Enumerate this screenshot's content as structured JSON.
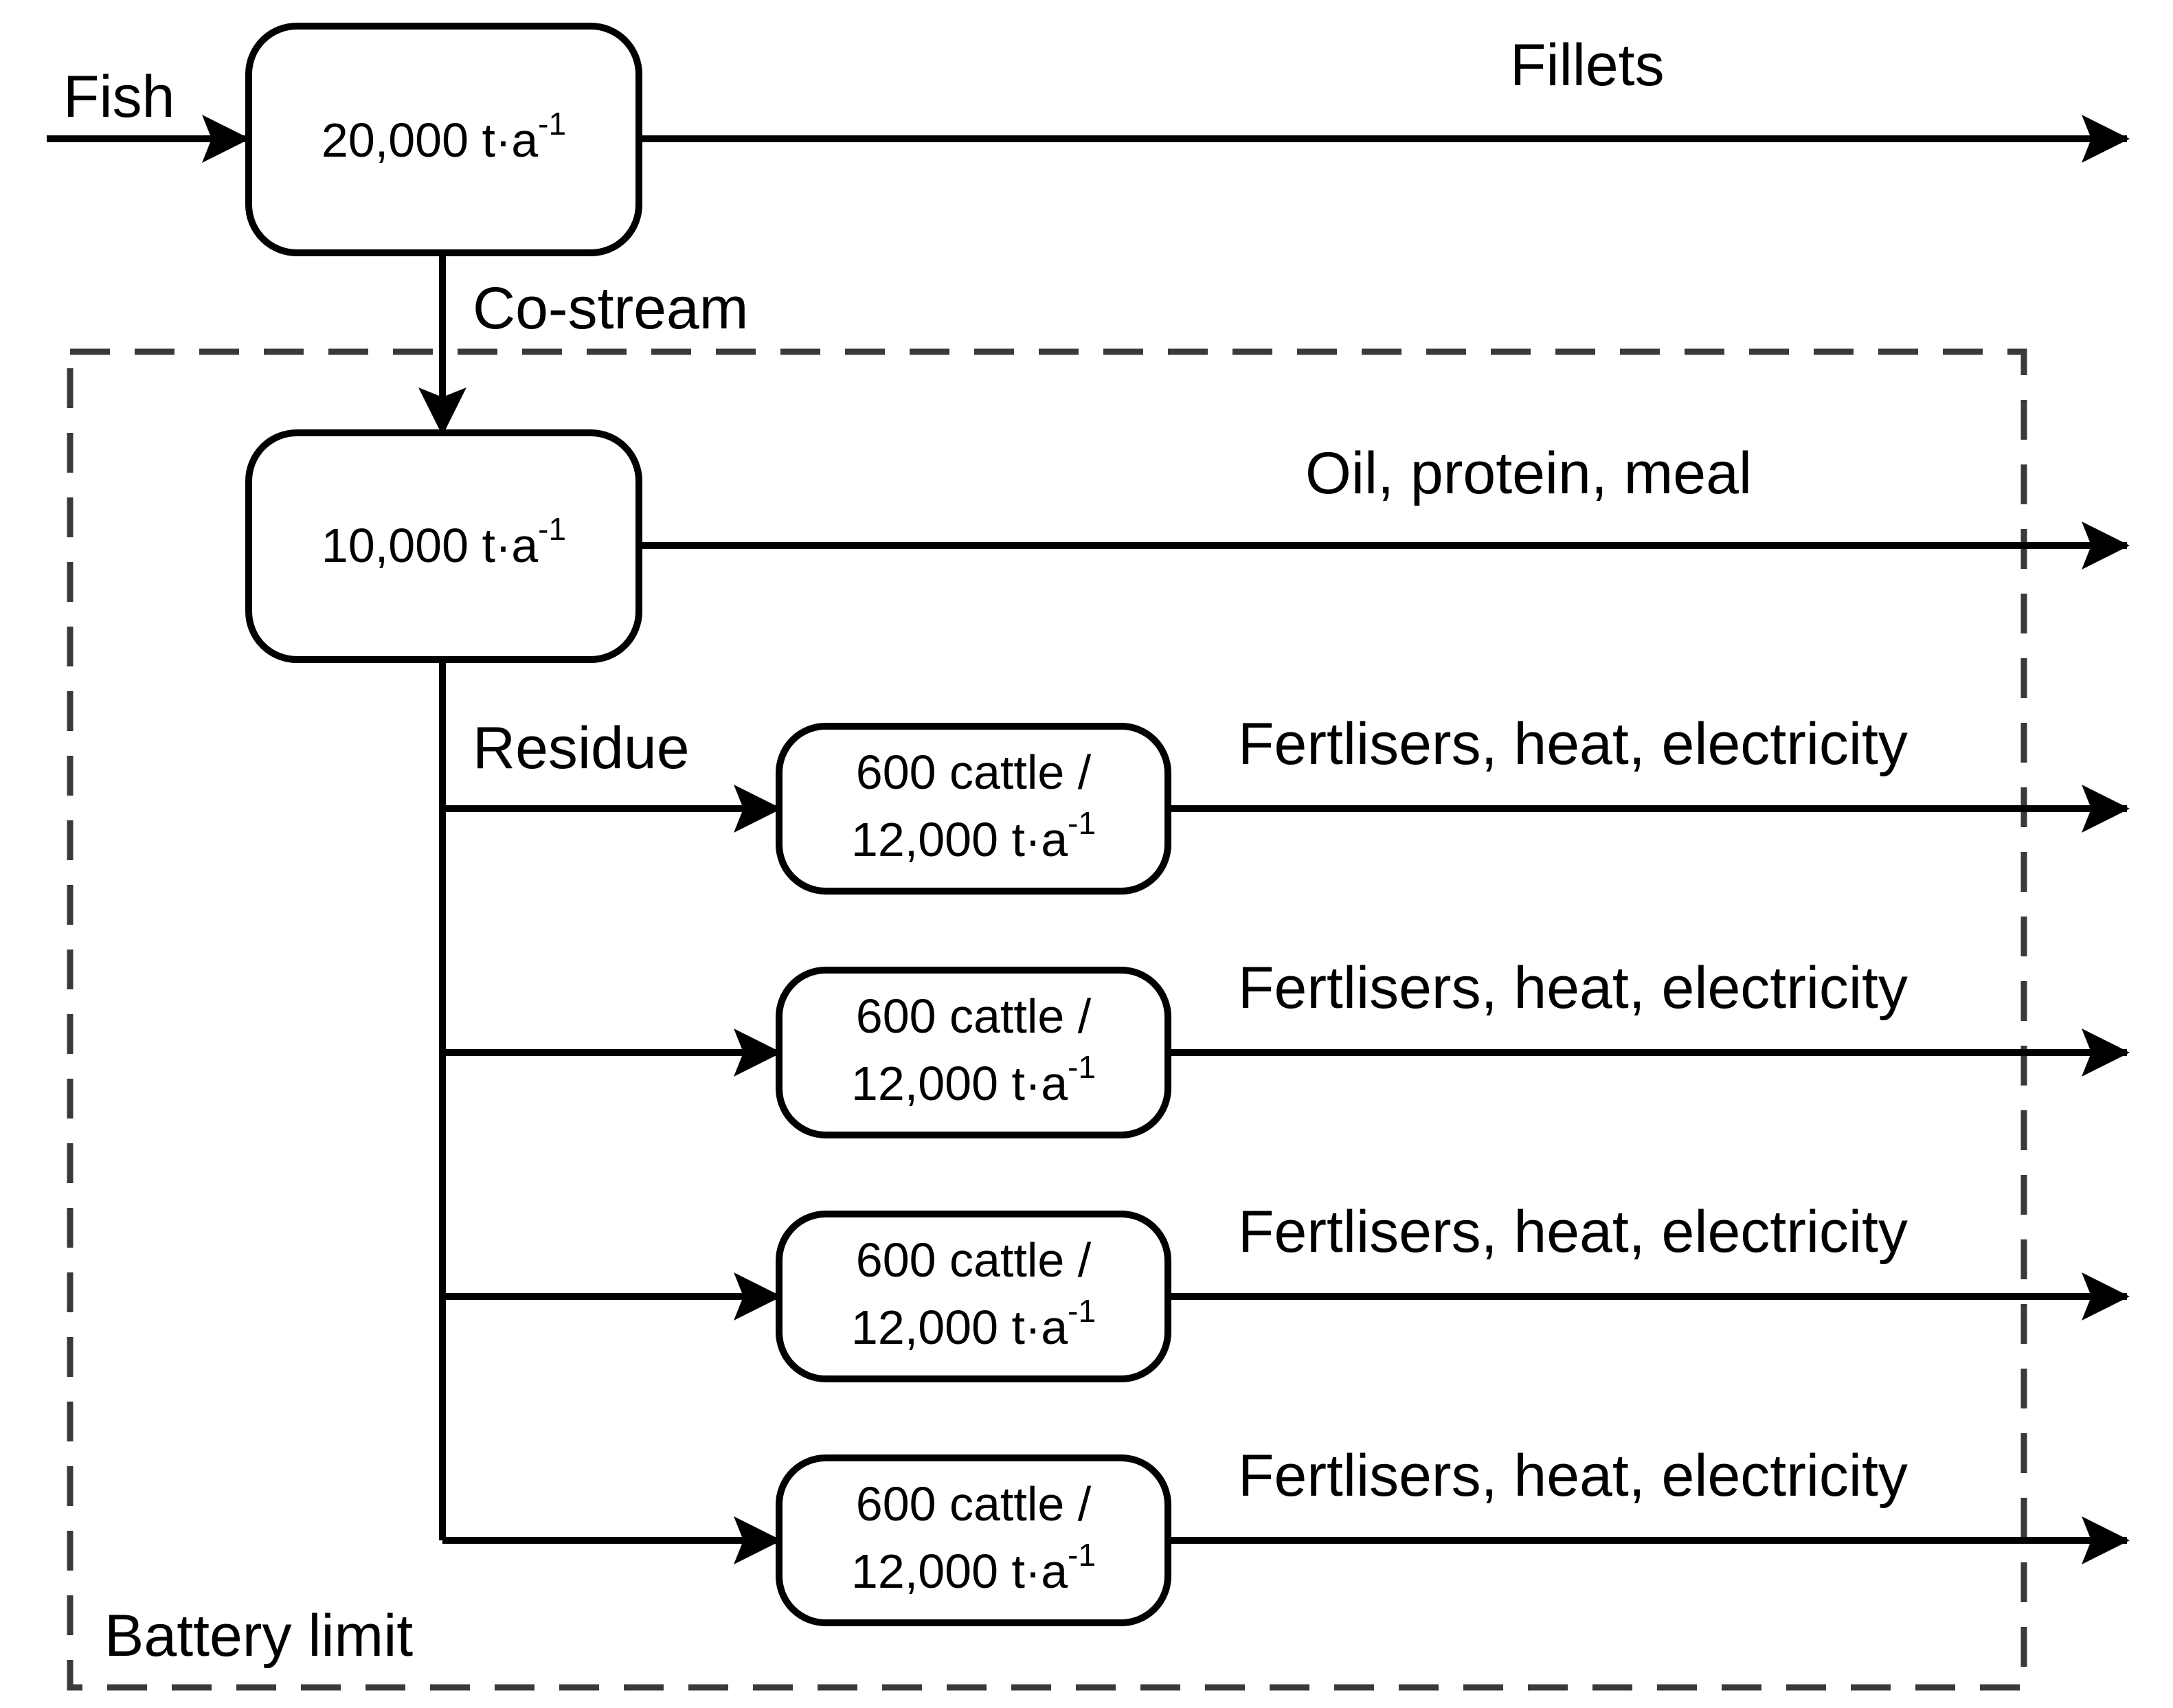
{
  "diagram": {
    "input_label": "Fish",
    "stage1": {
      "value": "20,000 t·a",
      "exponent": "-1"
    },
    "output1_label": "Fillets",
    "link_label": "Co-stream",
    "stage2": {
      "value": "10,000 t·a",
      "exponent": "-1"
    },
    "output2_label": "Oil, protein, meal",
    "branch_label": "Residue",
    "digesters": [
      {
        "line1": "600 cattle /",
        "line2": "12,000 t·a",
        "exponent": "-1",
        "output": "Fertlisers, heat, electricity"
      },
      {
        "line1": "600 cattle /",
        "line2": "12,000 t·a",
        "exponent": "-1",
        "output": "Fertlisers, heat, electricity"
      },
      {
        "line1": "600 cattle /",
        "line2": "12,000 t·a",
        "exponent": "-1",
        "output": "Fertlisers, heat, electricity"
      },
      {
        "line1": "600 cattle /",
        "line2": "12,000 t·a",
        "exponent": "-1",
        "output": "Fertlisers, heat, electricity"
      }
    ],
    "boundary_label": "Battery limit"
  }
}
